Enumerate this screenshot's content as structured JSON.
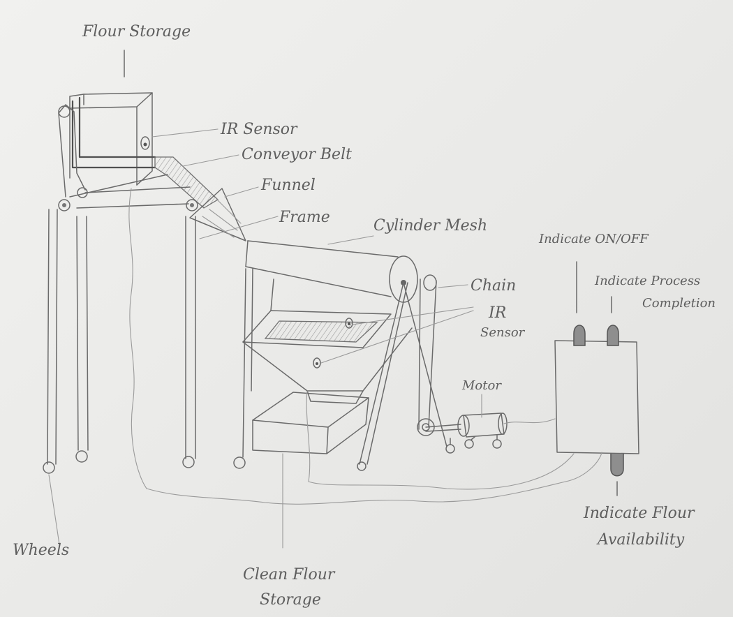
{
  "labels": {
    "flour_storage": "Flour Storage",
    "ir_sensor_top": "IR Sensor",
    "conveyor_belt": "Conveyor Belt",
    "funnel": "Funnel",
    "frame": "Frame",
    "cylinder_mesh": "Cylinder Mesh",
    "chain": "Chain",
    "ir_sensor_mid_1": "IR",
    "ir_sensor_mid_2": "Sensor",
    "motor": "Motor",
    "indicate_on_off": "Indicate ON/OFF",
    "indicate_process_1": "Indicate Process",
    "indicate_process_2": "Completion",
    "indicate_flour_1": "Indicate Flour",
    "indicate_flour_2": "Availability",
    "wheels": "Wheels",
    "clean_flour_1": "Clean Flour",
    "clean_flour_2": "Storage"
  },
  "colors": {
    "paper": "#ececea",
    "pencil": "#6a6a6a"
  }
}
